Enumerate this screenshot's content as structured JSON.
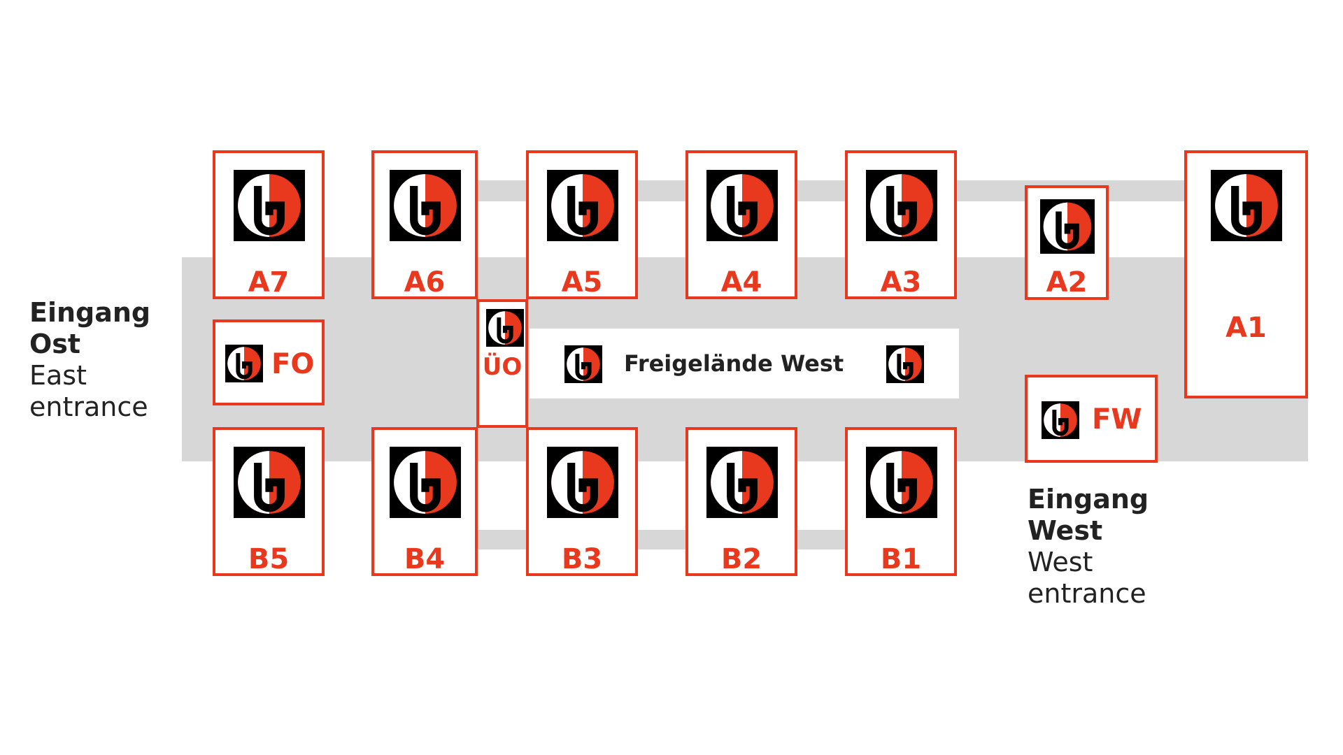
{
  "map": {
    "colors": {
      "accent": "#e8391e",
      "corridor": "#d7d7d7",
      "text": "#222222",
      "logo_bg": "#000000"
    },
    "logo_icon": "messe-logo-icon",
    "halls_top": [
      "A7",
      "A6",
      "A5",
      "A4",
      "A3",
      "A2",
      "A1"
    ],
    "halls_bottom": [
      "B5",
      "B4",
      "B3",
      "B2",
      "B1"
    ],
    "hall_fo": "FO",
    "hall_uo": "ÜO",
    "hall_fw": "FW",
    "freigelaende_west": "Freigelände West",
    "entrance_east": {
      "de_line1": "Eingang",
      "de_line2": "Ost",
      "en_line1": "East",
      "en_line2": "entrance"
    },
    "entrance_west": {
      "de_line1": "Eingang",
      "de_line2": "West",
      "en_line1": "West",
      "en_line2": "entrance"
    }
  }
}
